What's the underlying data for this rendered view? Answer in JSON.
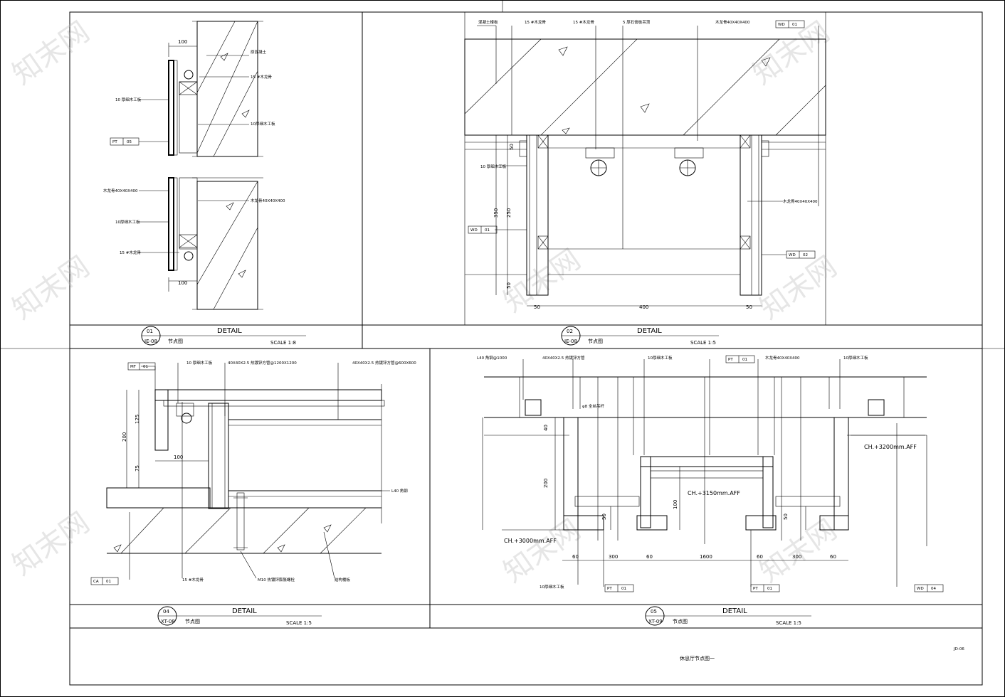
{
  "sheet": {
    "title": "休息厅节点图一",
    "sheet_no": "JD-06",
    "watermark": "知末网"
  },
  "panels": [
    {
      "id": "d01",
      "detail_no": "01",
      "ref": "IE-08",
      "name_cn": "节点图",
      "title": "DETAIL",
      "scale": "SCALE 1:8",
      "labels": [
        "原混凝土",
        "15 #木龙骨",
        "10 厚细木工板",
        "10厚细木工板",
        "木龙骨40X40X400",
        "15 #木龙骨",
        "木龙骨40X40X400",
        "10厚细木工板"
      ],
      "tags": [
        {
          "code": "PT",
          "num": "05"
        }
      ],
      "dims": [
        "100",
        "100"
      ]
    },
    {
      "id": "d02",
      "detail_no": "02",
      "ref": "IE-08",
      "name_cn": "节点图",
      "title": "DETAIL",
      "scale": "SCALE 1:5",
      "labels": [
        "混凝土楼板",
        "15 #木龙骨",
        "15 #木龙骨",
        "5 厚石膏板吊顶",
        "木龙骨40X40X400",
        "10 厚细木工板",
        "木龙骨40X40X400"
      ],
      "tags": [
        {
          "code": "WD",
          "num": "01"
        },
        {
          "code": "WD",
          "num": "01"
        },
        {
          "code": "WD",
          "num": "02"
        }
      ],
      "dims": [
        "50",
        "350",
        "250",
        "50",
        "50",
        "400",
        "50"
      ]
    },
    {
      "id": "d04",
      "detail_no": "04",
      "ref": "XT-08",
      "name_cn": "节点图",
      "title": "DETAIL",
      "scale": "SCALE 1:5",
      "labels": [
        "10 厚细木工板",
        "40X40X2.5 热镀锌方管@1200X1200",
        "40X40X2.5 热镀锌方管@600X600",
        "L40 角钢",
        "15 #木龙骨",
        "M10 热镀锌膨胀螺栓",
        "结构楼板"
      ],
      "tags": [
        {
          "code": "MF",
          "num": "01"
        },
        {
          "code": "CA",
          "num": "01"
        }
      ],
      "dims": [
        "125",
        "200",
        "75",
        "100"
      ]
    },
    {
      "id": "d05",
      "detail_no": "05",
      "ref": "XT-09",
      "name_cn": "节点图",
      "title": "DETAIL",
      "scale": "SCALE 1:5",
      "labels": [
        "L40 角钢@1000",
        "40X40X2.5 热镀锌方管",
        "φ8 全丝吊杆",
        "10厚细木工板",
        "木龙骨40X40X400",
        "10厚细木工板",
        "10厚细木工板"
      ],
      "tags": [
        {
          "code": "PT",
          "num": "01"
        },
        {
          "code": "PT",
          "num": "01"
        },
        {
          "code": "PT",
          "num": "01"
        },
        {
          "code": "WD",
          "num": "04"
        }
      ],
      "levels": [
        "CH.+3200mm.AFF",
        "CH.+3150mm.AFF",
        "CH.+3000mm.AFF"
      ],
      "dims": [
        "40",
        "200",
        "100",
        "50",
        "50",
        "60",
        "300",
        "60",
        "1600",
        "60",
        "300",
        "60"
      ]
    }
  ]
}
